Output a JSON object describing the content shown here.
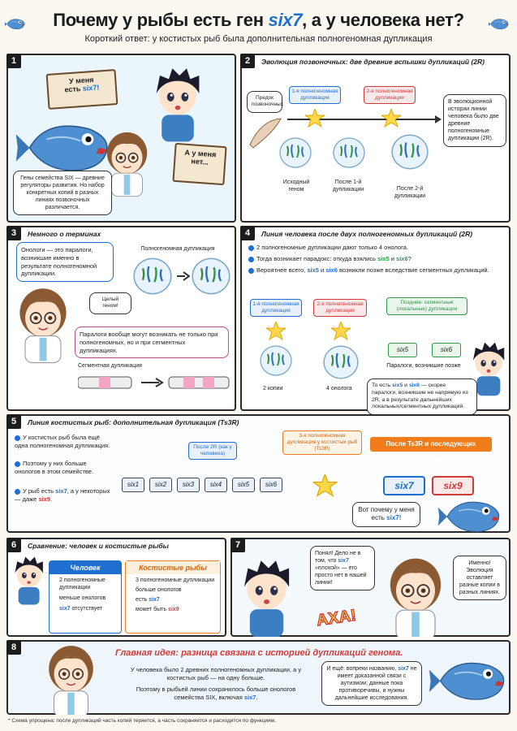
{
  "header": {
    "title_a": "Почему у рыбы есть ген ",
    "title_gene": "six7",
    "title_b": ", а у человека нет?",
    "subtitle": "Короткий ответ: у костистых рыб была дополнительная полногеномная дупликация"
  },
  "p1": {
    "num": "1",
    "sign_fish_a": "У меня",
    "sign_fish_b": "есть ",
    "sign_fish_gene": "six7!",
    "sign_boy_a": "А у меня",
    "sign_boy_b": "нет...",
    "note": "Гены семейства SIX — древние регуляторы развития. Но набор конкретных копий в разных линиях позвоночных различается."
  },
  "p2": {
    "num": "2",
    "title": "Эволюция позвоночных: две древние вспышки дупликаций (2R)",
    "ancestor": "Предок позвоночных",
    "dup1": "1-я полногеномная дупликация",
    "dup2": "2-я полногеномная дупликация",
    "lbl_a": "Исходный геном",
    "lbl_b": "После 1-й дупликации",
    "lbl_c": "После 2-й дупликации",
    "side": "В эволюционной истории линии человека было две древние полногеномные дупликации (2R)."
  },
  "p3": {
    "num": "3",
    "title": "Немного о терминах",
    "bubble": "Онологи — это паралоги, возникшие именно в результате полногеномной дупликации.",
    "wgd": "Полногеномная дупликация",
    "whole": "Целый геном!",
    "note": "Паралоги вообще могут возникать не только при полногеномных, но и при сегментных дупликациях.",
    "seg": "Сегментная дупликация"
  },
  "p4": {
    "num": "4",
    "title": "Линия человека после двух полногеномных дупликаций (2R)",
    "b1": "2 полногеномные дупликации дают только 4 онолога.",
    "b2a": "Тогда возникает парадокс: откуда взялись ",
    "b2g1": "six5",
    "b2m": " и ",
    "b2g2": "six6",
    "b2e": "?",
    "b3a": "Вероятнее всего, ",
    "b3g1": "six5",
    "b3m": " и ",
    "b3g2": "six6",
    "b3e": " возникли позже вследствие сегментных дупликаций.",
    "d1": "1-я полногеномная дупликация",
    "d2": "2-я полногеномная дупликация",
    "late": "Позднее: сегментные (локальные) дупликации",
    "g5": "six5",
    "g6": "six6",
    "copies2": "2 копии",
    "onologs4": "4 онолога",
    "paralogs": "Паралоги, возникшие позже",
    "bubble_a": "То есть ",
    "bubble_g1": "six5",
    "bubble_m": " и ",
    "bubble_g2": "six6",
    "bubble_e": " — скорее паралоги, возникшие не напрямую из 2R, а в результате дальнейших локальных/сегментных дупликаций."
  },
  "p5": {
    "num": "5",
    "title": "Линия костистых рыб: дополнительная дупликация (Ts3R)",
    "t1": "У костистых рыб была ещё одна полногеномная дупликация.",
    "t2": "Поэтому у них больше онологов в этом семействе.",
    "t3a": "У рыб есть ",
    "t3g": "six7",
    "t3b": ", а у некоторых — даже ",
    "t3g2": "six9",
    "t3e": ".",
    "after2r": "После 2R (как у человека)",
    "genes": [
      "six1",
      "six2",
      "six3",
      "six4",
      "six5",
      "six6"
    ],
    "dup3": "3-я полногеномная дупликация у костистых рыб (Ts3R)",
    "after3r": "После Ts3R и последующих перестроек",
    "g7": "six7",
    "g9": "six9",
    "fish_a": "Вот почему у меня есть ",
    "fish_g": "six7!"
  },
  "p6": {
    "num": "6",
    "title": "Сравнение: человек и костистые рыбы",
    "human": "Человек",
    "fish": "Костистые рыбы",
    "h": [
      "2 полногеномные дупликации",
      "меньше онологов"
    ],
    "h3g": "six7",
    "h3": " отсутствует",
    "f": [
      "3 полногеномные дупликации",
      "больше онологов"
    ],
    "f3a": "есть ",
    "f3g": "six7",
    "f4a": "может быть ",
    "f4g": "six9"
  },
  "p7": {
    "num": "7",
    "boy_a": "Понял! Дело не в том, что ",
    "boy_g": "six7",
    "boy_b": " «плохой» — его просто нет в нашей линии!",
    "aha": "АХА!",
    "girl1": "Именно!",
    "girl2": "Эволюция оставляет разные копии в разных линиях."
  },
  "p8": {
    "num": "8",
    "headline": "Главная идея: разница связана с историей дупликаций генома.",
    "l1": "У человека было 2 древних полногеномных дупликации, а у костистых рыб — на одну больше.",
    "l2a": "Поэтому в рыбьей линии сохранилось больше онологов семейства SIX, включая ",
    "l2g": "six7",
    "l2e": ".",
    "rightA": "И ещё: вопреки названию, ",
    "rightG": "six7",
    "rightB": " не имеет доказанной связи с аутизмом; данные пока противоречивы, и нужны дальнейшие исследования."
  },
  "footnote": "* Схема упрощена: после дупликаций часть копий теряется, а часть сохраняется и расходится по функциям.",
  "colors": {
    "accent": "#1e6fd0",
    "green": "#2a9a45",
    "red": "#d23a3a",
    "orange": "#f07d1a",
    "purple": "#7a3fbf"
  }
}
